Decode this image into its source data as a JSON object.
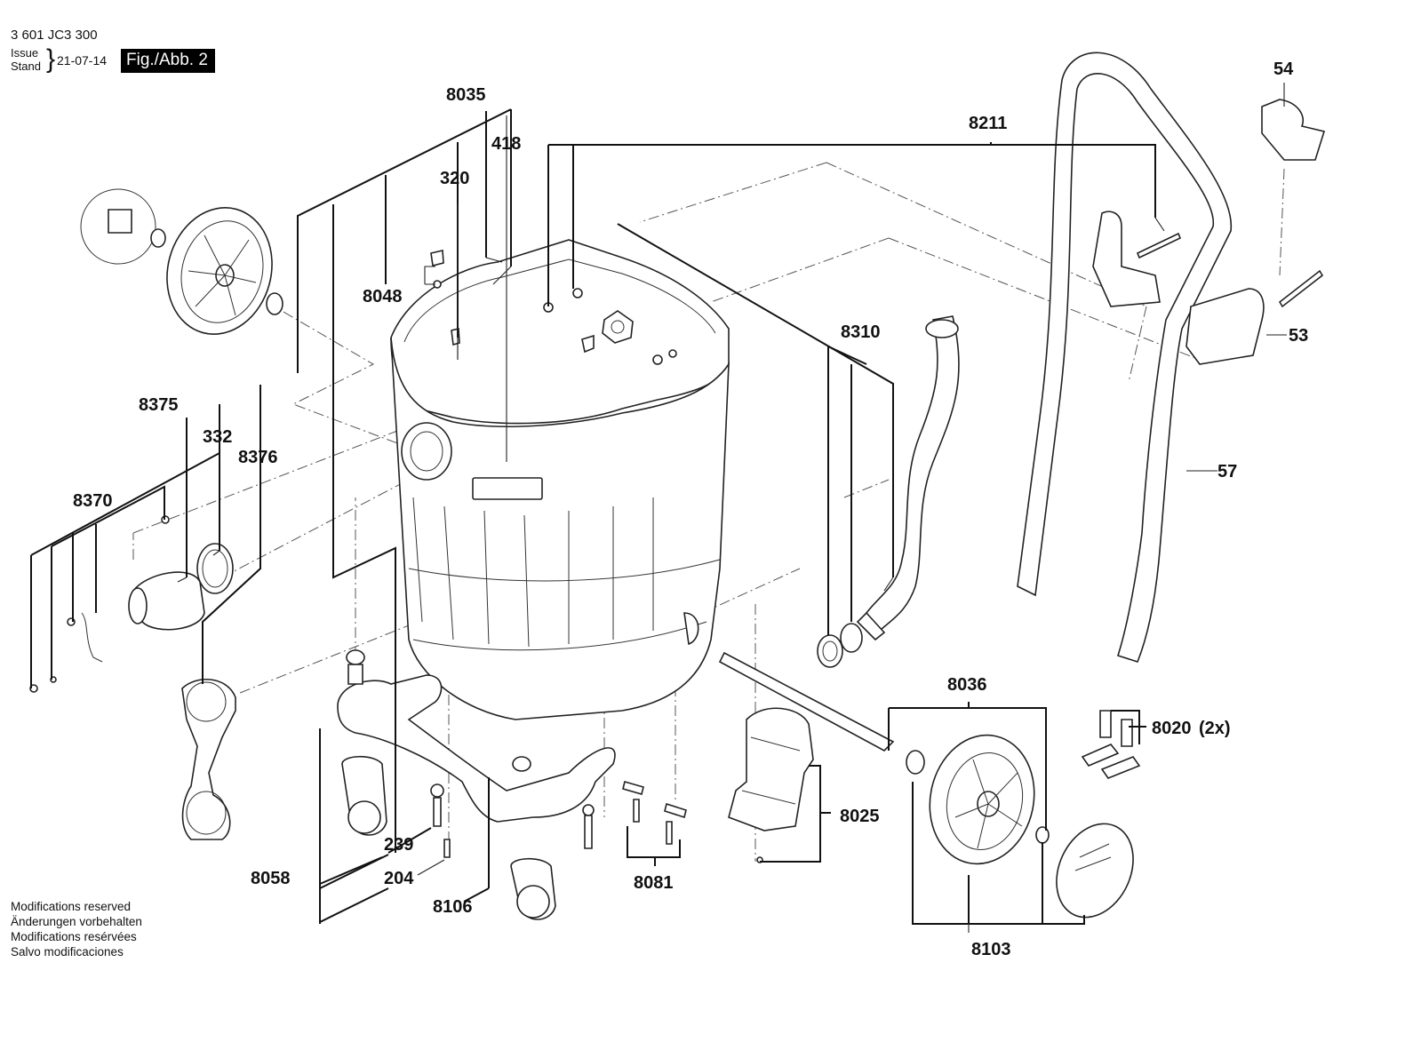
{
  "header": {
    "part_number": "3 601 JC3 300",
    "issue_label": "Issue",
    "stand_label": "Stand",
    "issue_date": "21-07-14",
    "figure_label": "Fig./Abb. 2"
  },
  "callouts": {
    "c8035": "8035",
    "c418": "418",
    "c320": "320",
    "c8048": "8048",
    "c8211": "8211",
    "c54": "54",
    "c53": "53",
    "c57": "57",
    "c8310": "8310",
    "c8375": "8375",
    "c332": "332",
    "c8376": "8376",
    "c8370": "8370",
    "c8036": "8036",
    "c8020": "8020",
    "c8020_qty": "(2x)",
    "c8025": "8025",
    "c8081": "8081",
    "c8103": "8103",
    "c239": "239",
    "c204": "204",
    "c8058": "8058",
    "c8106": "8106"
  },
  "notice": {
    "line1": "Modifications reserved",
    "line2": "Änderungen vorbehalten",
    "line3": "Modifications resérvées",
    "line4": "Salvo modificaciones"
  }
}
